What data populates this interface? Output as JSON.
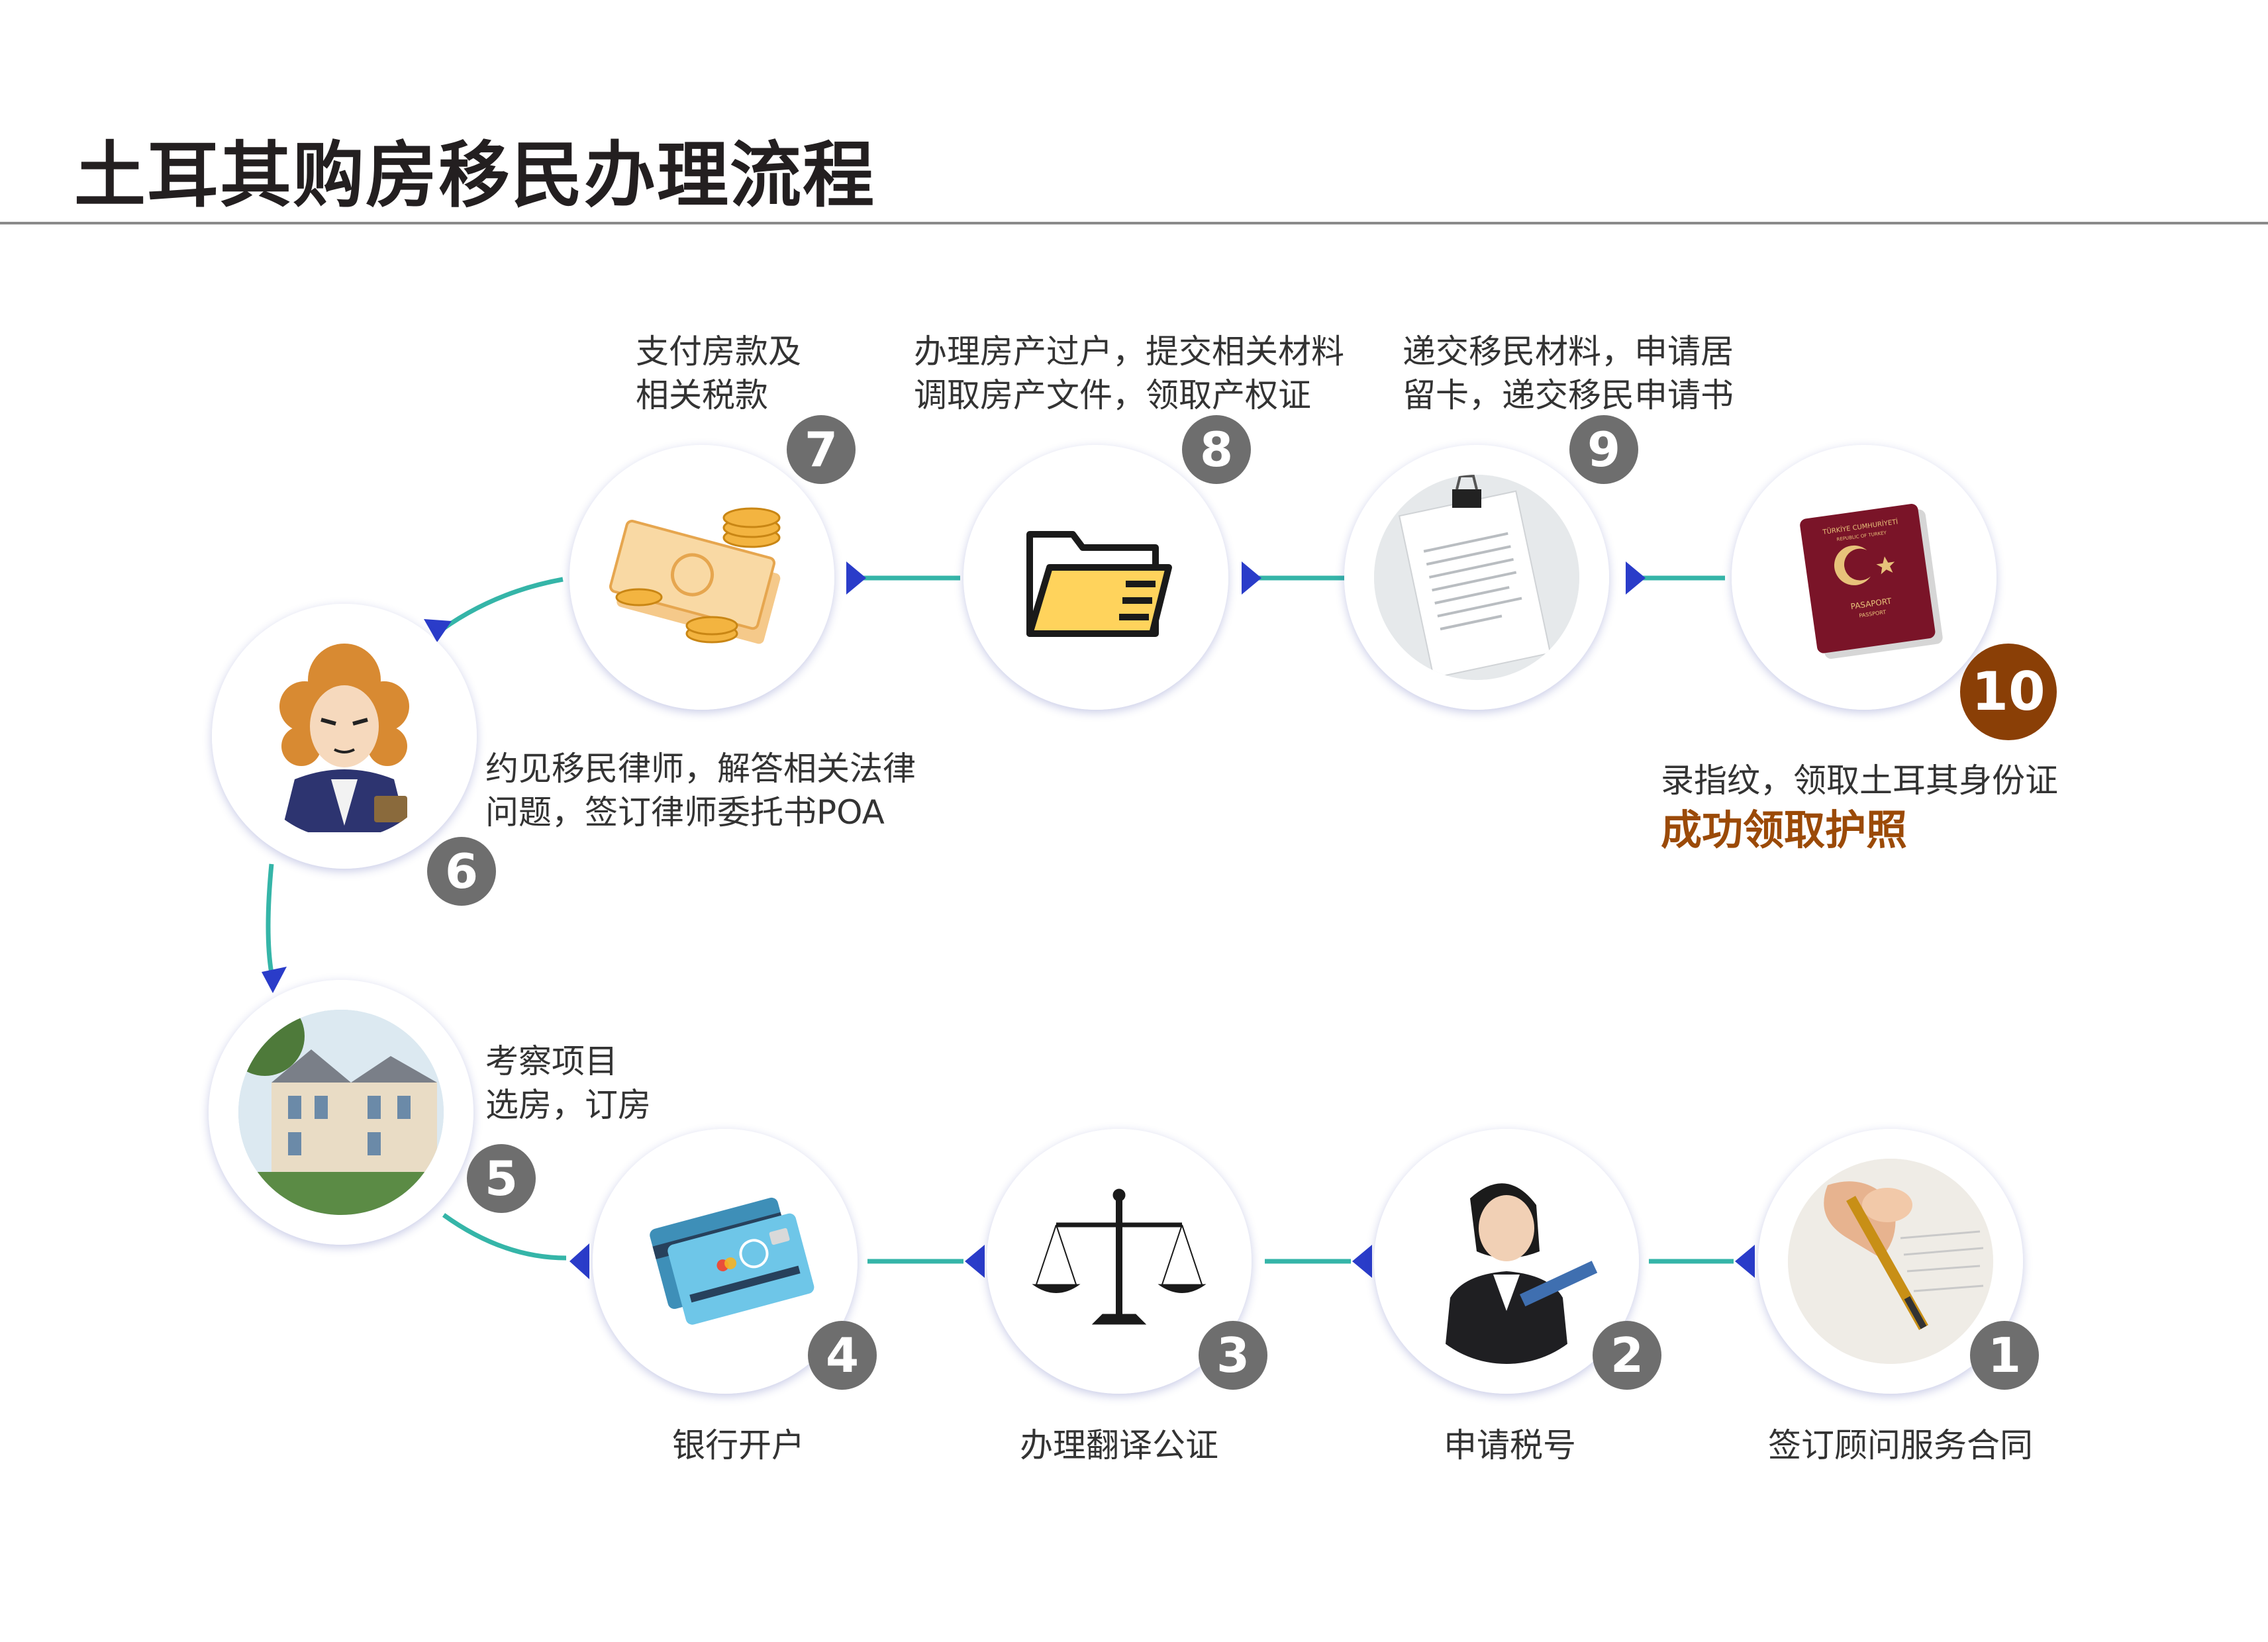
{
  "title": "土耳其购房移民办理流程",
  "colors": {
    "connector": "#35b5a8",
    "arrow": "#2a3cc9",
    "ring": "#3d4fd9",
    "final_ring": "#e07b12",
    "badge": "#6e6e6e",
    "final_badge": "#8a3f06",
    "accent_text": "#9b4a07"
  },
  "steps": [
    {
      "number": "1",
      "lines": [
        "签订顾问服务合同"
      ],
      "icon": "pen-signing-icon"
    },
    {
      "number": "2",
      "lines": [
        "申请税号"
      ],
      "icon": "businesswoman-icon"
    },
    {
      "number": "3",
      "lines": [
        "办理翻译公证"
      ],
      "icon": "scales-icon"
    },
    {
      "number": "4",
      "lines": [
        "银行开户"
      ],
      "icon": "bank-card-icon"
    },
    {
      "number": "5",
      "lines": [
        "考察项目",
        "选房，订房"
      ],
      "icon": "villa-photo-icon"
    },
    {
      "number": "6",
      "lines": [
        "约见移民律师，解答相关法律",
        "问题，签订律师委托书POA"
      ],
      "icon": "lawyer-icon"
    },
    {
      "number": "7",
      "lines": [
        "支付房款及",
        "相关税款"
      ],
      "icon": "money-icon"
    },
    {
      "number": "8",
      "lines": [
        "办理房产过户，提交相关材料",
        "调取房产文件，领取产权证"
      ],
      "icon": "folder-icon"
    },
    {
      "number": "9",
      "lines": [
        "递交移民材料，申请居",
        "留卡，递交移民申请书"
      ],
      "icon": "document-icon"
    },
    {
      "number": "10",
      "lines": [
        "录指纹，领取土耳其身份证"
      ],
      "highlight": "成功领取护照",
      "icon": "passport-icon"
    }
  ],
  "passport": {
    "line1": "TÜRKİYE CUMHURİYETİ",
    "line2": "REPUBLIC OF TURKEY",
    "line3": "PASAPORT",
    "line4": "PASSPORT"
  }
}
